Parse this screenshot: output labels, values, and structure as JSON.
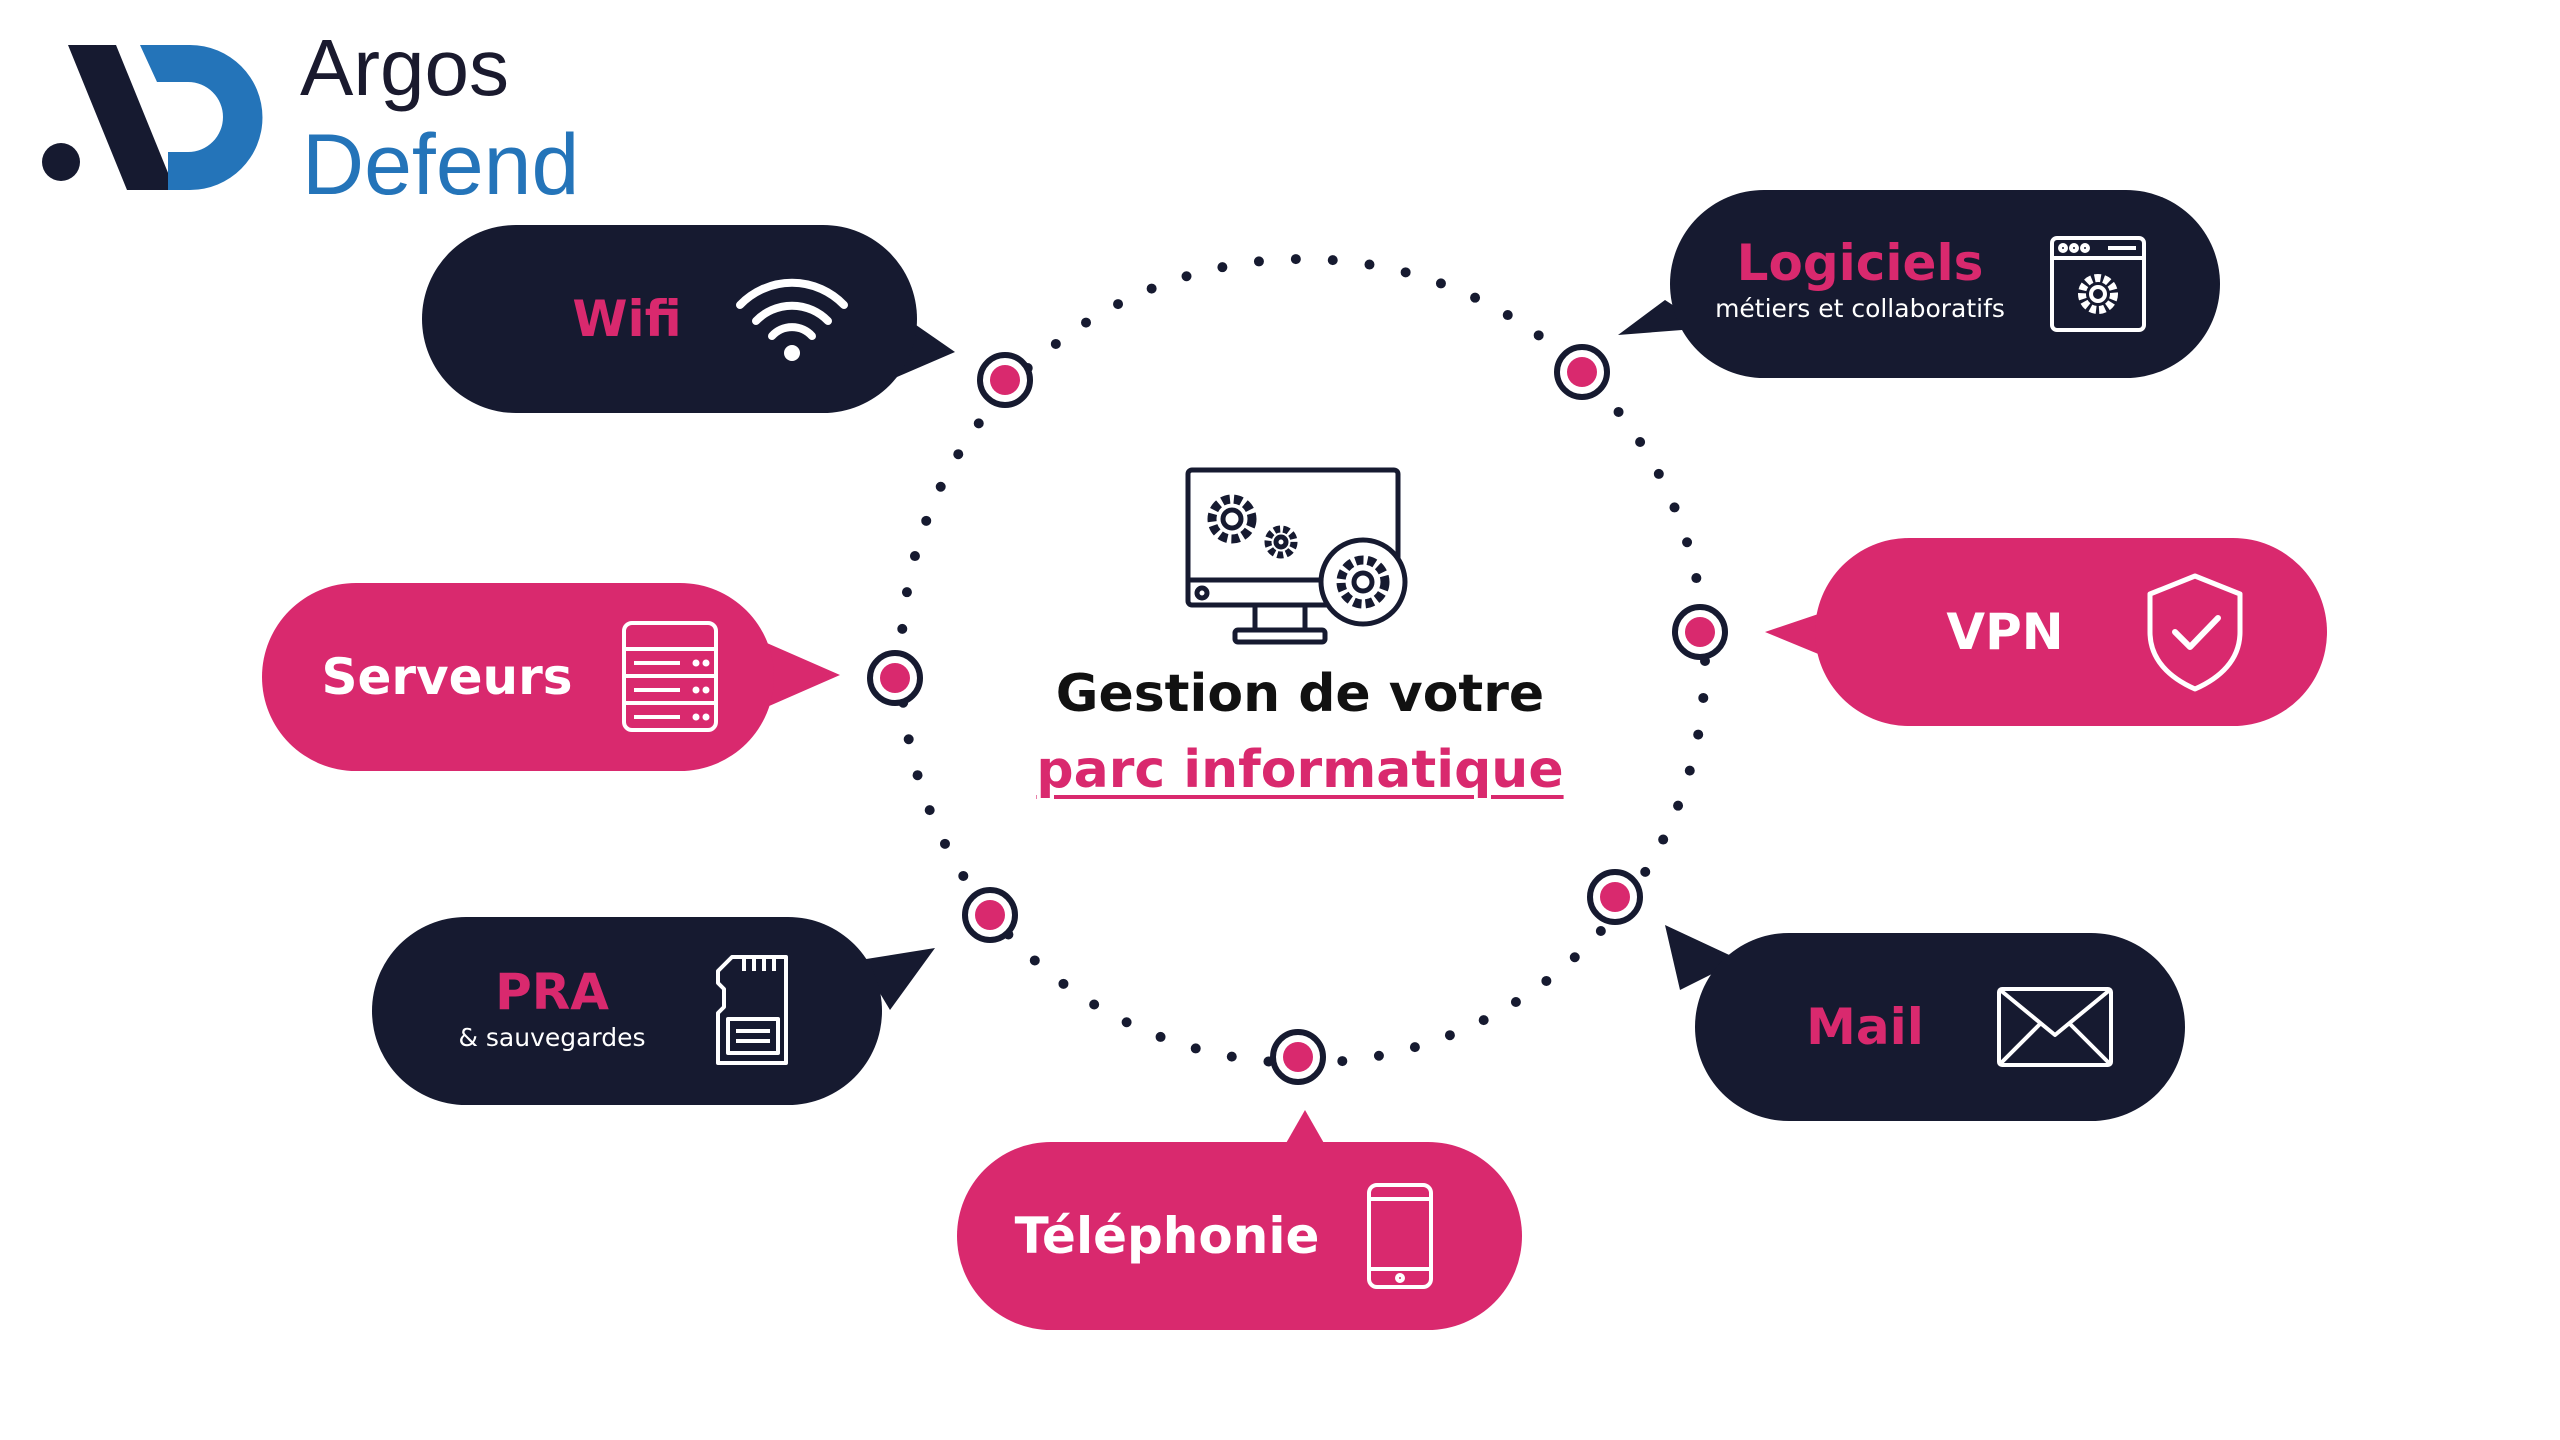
{
  "logo": {
    "line1": "Argos",
    "line2": "Defend"
  },
  "center": {
    "line1": "Gestion de votre",
    "line2": "parc informatique"
  },
  "items": [
    {
      "title": "Wifi",
      "subtitle": "",
      "icon": "wifi-icon"
    },
    {
      "title": "Logiciels",
      "subtitle": "métiers et collaboratifs",
      "icon": "software-window-icon"
    },
    {
      "title": "Serveurs",
      "subtitle": "",
      "icon": "server-icon"
    },
    {
      "title": "VPN",
      "subtitle": "",
      "icon": "shield-check-icon"
    },
    {
      "title": "PRA",
      "subtitle": "& sauvegardes",
      "icon": "sd-card-icon"
    },
    {
      "title": "Mail",
      "subtitle": "",
      "icon": "envelope-icon"
    },
    {
      "title": "Téléphonie",
      "subtitle": "",
      "icon": "smartphone-icon"
    }
  ],
  "colors": {
    "navy": "#161a30",
    "pink": "#d9296e",
    "blue": "#2474b9"
  }
}
